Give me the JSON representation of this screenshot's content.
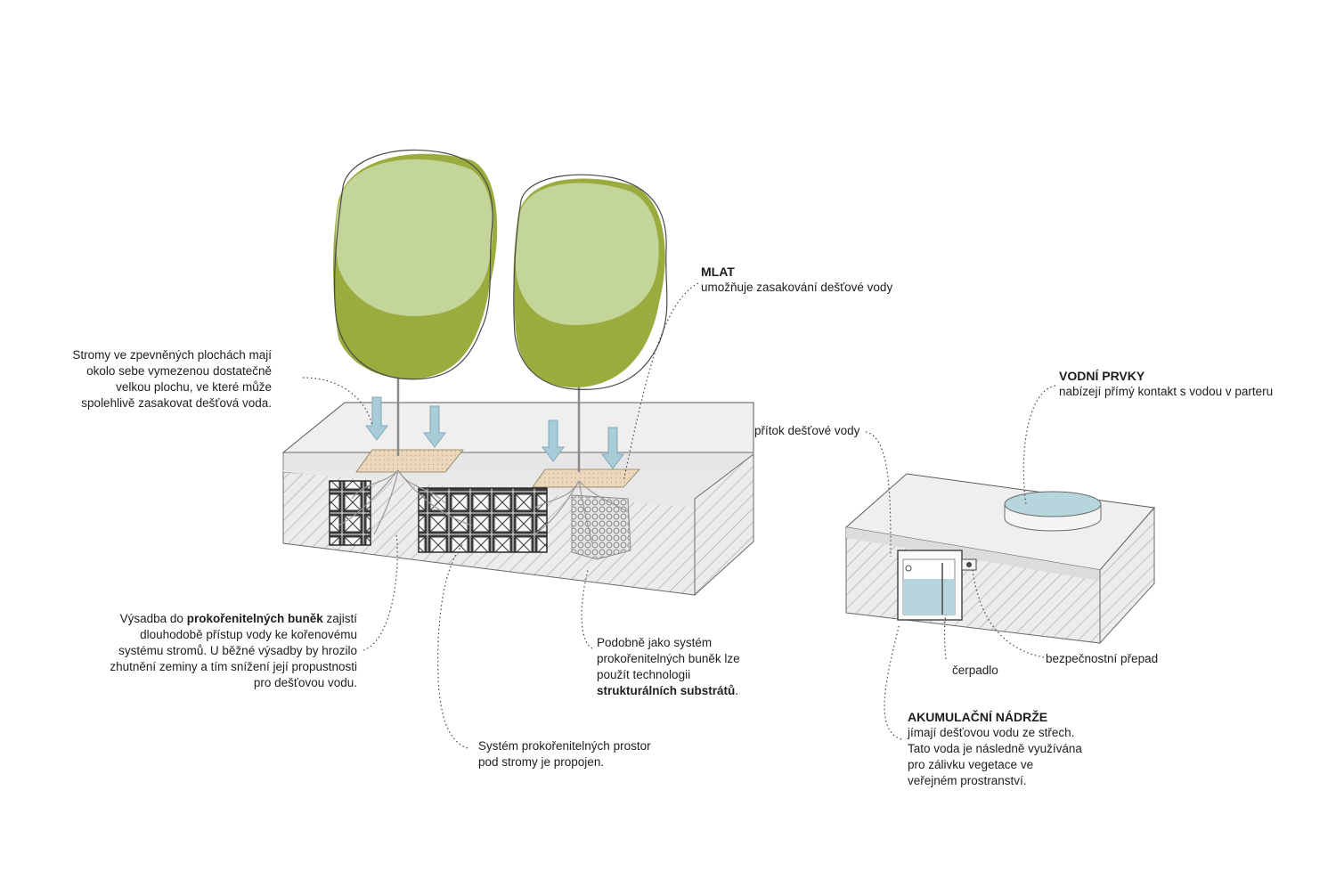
{
  "labels": {
    "mlat": {
      "title": "MLAT",
      "text": "umožňuje zasakování dešťové vody"
    },
    "trees_area": {
      "lines": [
        "Stromy ve zpevněných plochách mají",
        "okolo sebe vymezenou dostatečně",
        "velkou plochu, ve které může",
        "spolehlivě zasakovat dešťová voda."
      ]
    },
    "vodni_prvky": {
      "title": "VODNÍ PRVKY",
      "text": "nabízejí přímý kontakt s vodou v parteru"
    },
    "pritok": "přítok dešťové vody",
    "vysadba": {
      "line1_pre": "Výsadba do ",
      "line1_bold": "prokořenitelných buněk",
      "line1_post": " zajistí",
      "lines": [
        "dlouhodobě přístup vody ke kořenovému",
        "systému stromů. U běžné výsadby by hrozilo",
        "zhutnění zeminy a tím snížení její propustnosti",
        "pro dešťovou vodu."
      ]
    },
    "podobne": {
      "lines": [
        "Podobně jako systém",
        "prokořenitelných buněk lze",
        "použít technologii"
      ],
      "bold": "strukturálních substrátů",
      "bold_suffix": "."
    },
    "system": {
      "lines": [
        "Systém prokořenitelných prostor",
        "pod stromy je propojen."
      ]
    },
    "cerpadlo": "čerpadlo",
    "prepad": "bezpečnostní přepad",
    "akumulacni": {
      "title": "AKUMULAČNÍ NÁDRŽE",
      "lines": [
        "jímají dešťovou vodu ze střech.",
        "Tato voda je následně využívána",
        "pro zálivku vegetace ve",
        "veřejném prostranství."
      ]
    }
  },
  "colors": {
    "tree_light": "#c4d59a",
    "tree_dark": "#9aac3e",
    "water": "#b6d5dc",
    "arrow": "#a9cdd8",
    "mlat": "#ead7bc",
    "ground_top": "#f0f0f0",
    "ground_side": "#e6e6e6",
    "outline": "#5a5a5a"
  },
  "icons": [
    "rain-arrow-icon",
    "tree-icon",
    "root-cell-icon",
    "water-tank-icon",
    "pump-icon",
    "water-feature-icon"
  ]
}
